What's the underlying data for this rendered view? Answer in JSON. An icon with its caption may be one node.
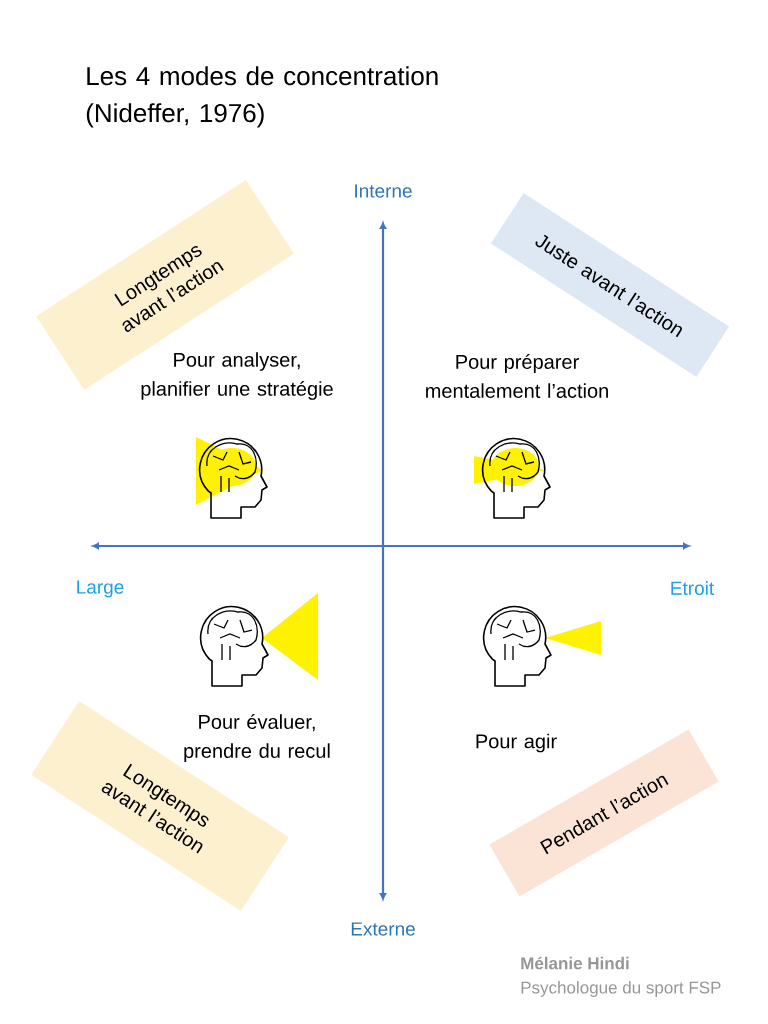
{
  "diagram": {
    "title": "Les 4 modes de concentration (Nideffer, 1976)",
    "nodes": [
      {
        "text": [
          "Longtemps avant l’action"
        ]
      },
      {
        "text": [
          "Juste avant l’action"
        ]
      },
      {
        "text": [
          "Longtemps avant l’action"
        ]
      },
      {
        "text": [
          "Pendant l’action"
        ]
      }
    ],
    "labels": [
      "Interne",
      "Pour analyser, planifier une stratégie",
      "Pour préparer mentalement l’action",
      "Large",
      "Etroit",
      "Pour évaluer, prendre du recul",
      "Pour agir",
      "Externe",
      "Mélanie Hindi",
      "Psychologue du sport FSP"
    ]
  }
}
